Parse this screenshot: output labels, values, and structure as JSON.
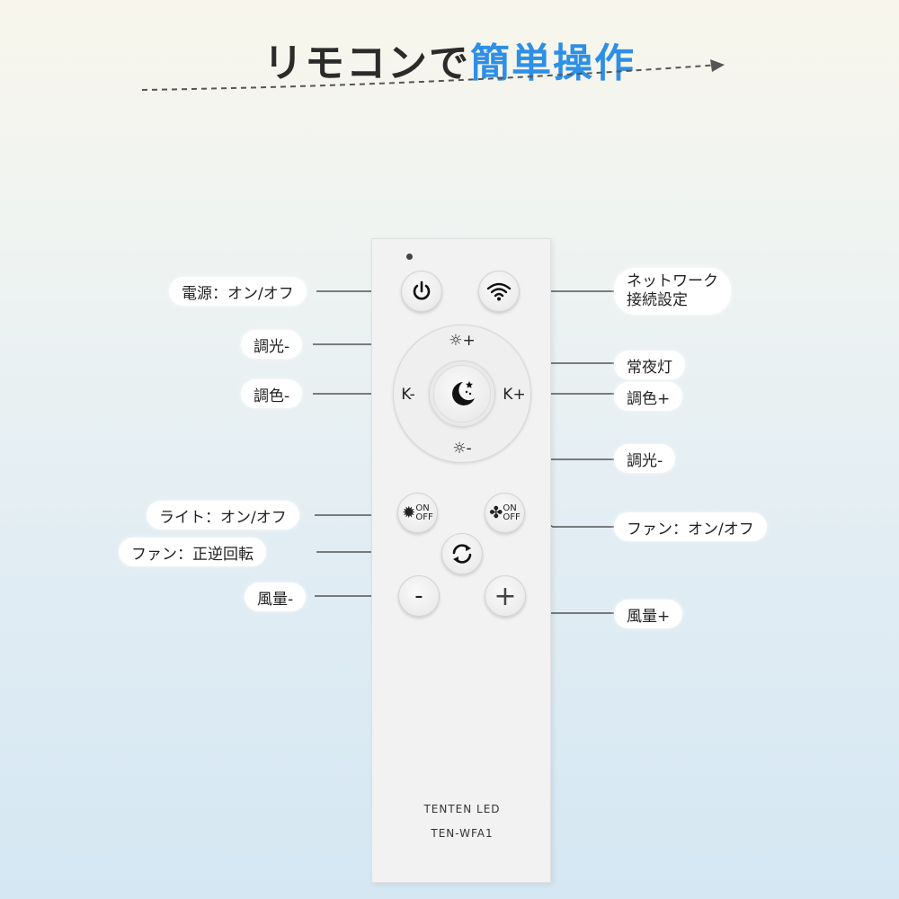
{
  "title": {
    "part1": "リモコンで",
    "part2": "簡単操作",
    "accent": "#2d8fe6"
  },
  "remote": {
    "brand": "TENTEN  LED",
    "model": "TEN-WFA1",
    "keys": {
      "bright_up": "☼+",
      "bright_down": "☼-",
      "k_minus": "K-",
      "k_plus": "K+",
      "on": "ON",
      "off": "OFF",
      "minus": "-",
      "plus": "+"
    }
  },
  "labels": {
    "power": "電源：オン/オフ",
    "network_1": "ネットワーク",
    "network_2": "接続設定",
    "dim_up": "調光-",
    "night_light": "常夜灯",
    "color_minus": "調色-",
    "color_plus": "調色+",
    "dim_down": "調光-",
    "light_onoff": "ライト：オン/オフ",
    "fan_onoff": "ファン：オン/オフ",
    "fan_reverse": "ファン：正逆回転",
    "wind_minus": "風量-",
    "wind_plus": "風量+"
  }
}
